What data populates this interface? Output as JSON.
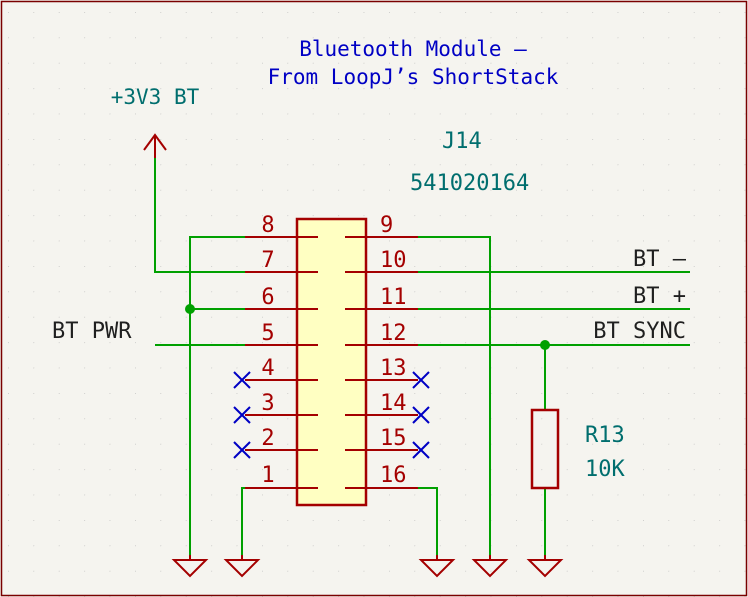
{
  "title": {
    "line1": "Bluetooth Module –",
    "line2": "From LoopJ’s ShortStack"
  },
  "power": {
    "v3": "+3V3 BT"
  },
  "connector": {
    "reference": "J14",
    "value": "541020164",
    "left_pins": [
      "8",
      "7",
      "6",
      "5",
      "4",
      "3",
      "2",
      "1"
    ],
    "right_pins": [
      "9",
      "10",
      "11",
      "12",
      "13",
      "14",
      "15",
      "16"
    ]
  },
  "resistor": {
    "reference": "R13",
    "value": "10K"
  },
  "nets": {
    "bt_minus": "BT –",
    "bt_plus": "BT +",
    "bt_sync": "BT SYNC",
    "bt_pwr": "BT PWR"
  },
  "colors": {
    "wire": "#00a000",
    "component": "#a40000",
    "component_fill": "#ffffc2",
    "text_blue": "#0000c4",
    "text_teal": "#006e6e",
    "background": "#f5f4ef",
    "border": "#7a0000"
  }
}
